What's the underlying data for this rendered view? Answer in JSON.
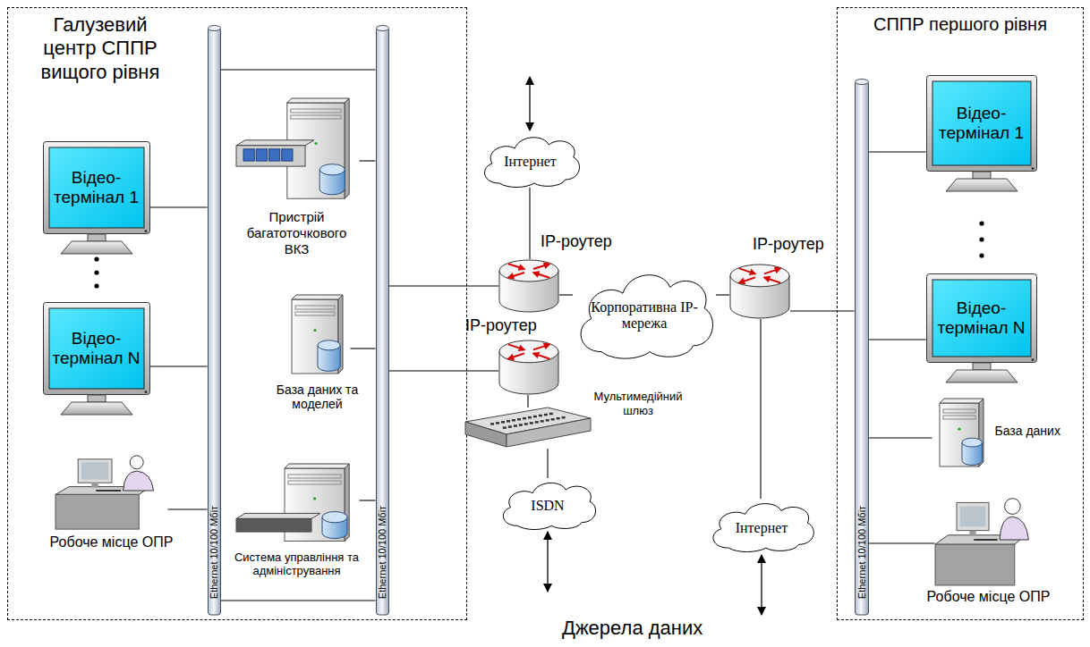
{
  "diagram": {
    "nodes": [
      {
        "text": [
          "Галузевий центр СППР вищого рівня"
        ]
      },
      {
        "text": [
          "Ethernet 10/100 Мбіт"
        ],
        "in": 0
      },
      {
        "text": [
          "Ethernet 10/100 Мбіт"
        ],
        "in": 0
      },
      {
        "text": [
          "Відео- термінал 1"
        ],
        "in": 0
      },
      {
        "text": [
          "Відео- термінал N"
        ],
        "in": 0
      },
      {
        "text": [
          "Робоче місце ОПР"
        ],
        "in": 0
      },
      {
        "text": [
          "Пристрій багатоточкового ВКЗ"
        ],
        "in": 0
      },
      {
        "text": [
          "База даних та моделей"
        ],
        "in": 0
      },
      {
        "text": [
          "Система управління та адміністрування"
        ],
        "in": 0
      },
      {
        "text": [
          "Інтернет"
        ]
      },
      {
        "text": [
          "IP-роутер"
        ]
      },
      {
        "text": [
          "Корпоративна IP-мережа"
        ]
      },
      {
        "text": [
          "IP-роутер"
        ]
      },
      {
        "text": [
          "Мультимедійний шлюз"
        ]
      },
      {
        "text": [
          "ISDN"
        ]
      },
      {
        "text": [
          "Інтернет"
        ]
      },
      {
        "text": [
          "IP-роутер"
        ]
      },
      {
        "text": [
          "СППР першого рівня"
        ]
      },
      {
        "text": [
          "Ethernet 10/100 Мбіт"
        ],
        "in": 17
      },
      {
        "text": [
          "Відео- термінал 1"
        ],
        "in": 17
      },
      {
        "text": [
          "Відео- термінал N"
        ],
        "in": 17
      },
      {
        "text": [
          "База даних"
        ],
        "in": 17
      },
      {
        "text": [
          "Робоче місце ОПР"
        ],
        "in": 17
      }
    ],
    "edges": [
      {
        "from": 3,
        "to": 1,
        "arrow": "none"
      },
      {
        "from": 4,
        "to": 1,
        "arrow": "none"
      },
      {
        "from": 5,
        "to": 1,
        "arrow": "none"
      },
      {
        "from": 1,
        "to": 2,
        "arrow": "none"
      },
      {
        "from": 1,
        "to": 2,
        "arrow": "none"
      },
      {
        "from": 6,
        "to": 2,
        "arrow": "none"
      },
      {
        "from": 7,
        "to": 2,
        "arrow": "none"
      },
      {
        "from": 8,
        "to": 2,
        "arrow": "none"
      },
      {
        "from": 2,
        "to": 10,
        "arrow": "none"
      },
      {
        "from": 2,
        "to": 12,
        "arrow": "none"
      },
      {
        "from": 10,
        "to": 9,
        "arrow": "none"
      },
      {
        "from": 10,
        "to": 11,
        "arrow": "none"
      },
      {
        "from": 11,
        "to": 16,
        "arrow": "none"
      },
      {
        "from": 16,
        "to": 18,
        "arrow": "none"
      },
      {
        "from": 16,
        "to": 15,
        "arrow": "none"
      },
      {
        "from": 12,
        "to": 13,
        "arrow": "none"
      },
      {
        "from": 13,
        "to": 14,
        "arrow": "none"
      },
      {
        "from": 19,
        "to": 18,
        "arrow": "none"
      },
      {
        "from": 20,
        "to": 18,
        "arrow": "none"
      },
      {
        "from": 21,
        "to": 18,
        "arrow": "none"
      },
      {
        "from": 22,
        "to": 18,
        "arrow": "none"
      }
    ],
    "labels": [
      "Джерела даних"
    ]
  }
}
